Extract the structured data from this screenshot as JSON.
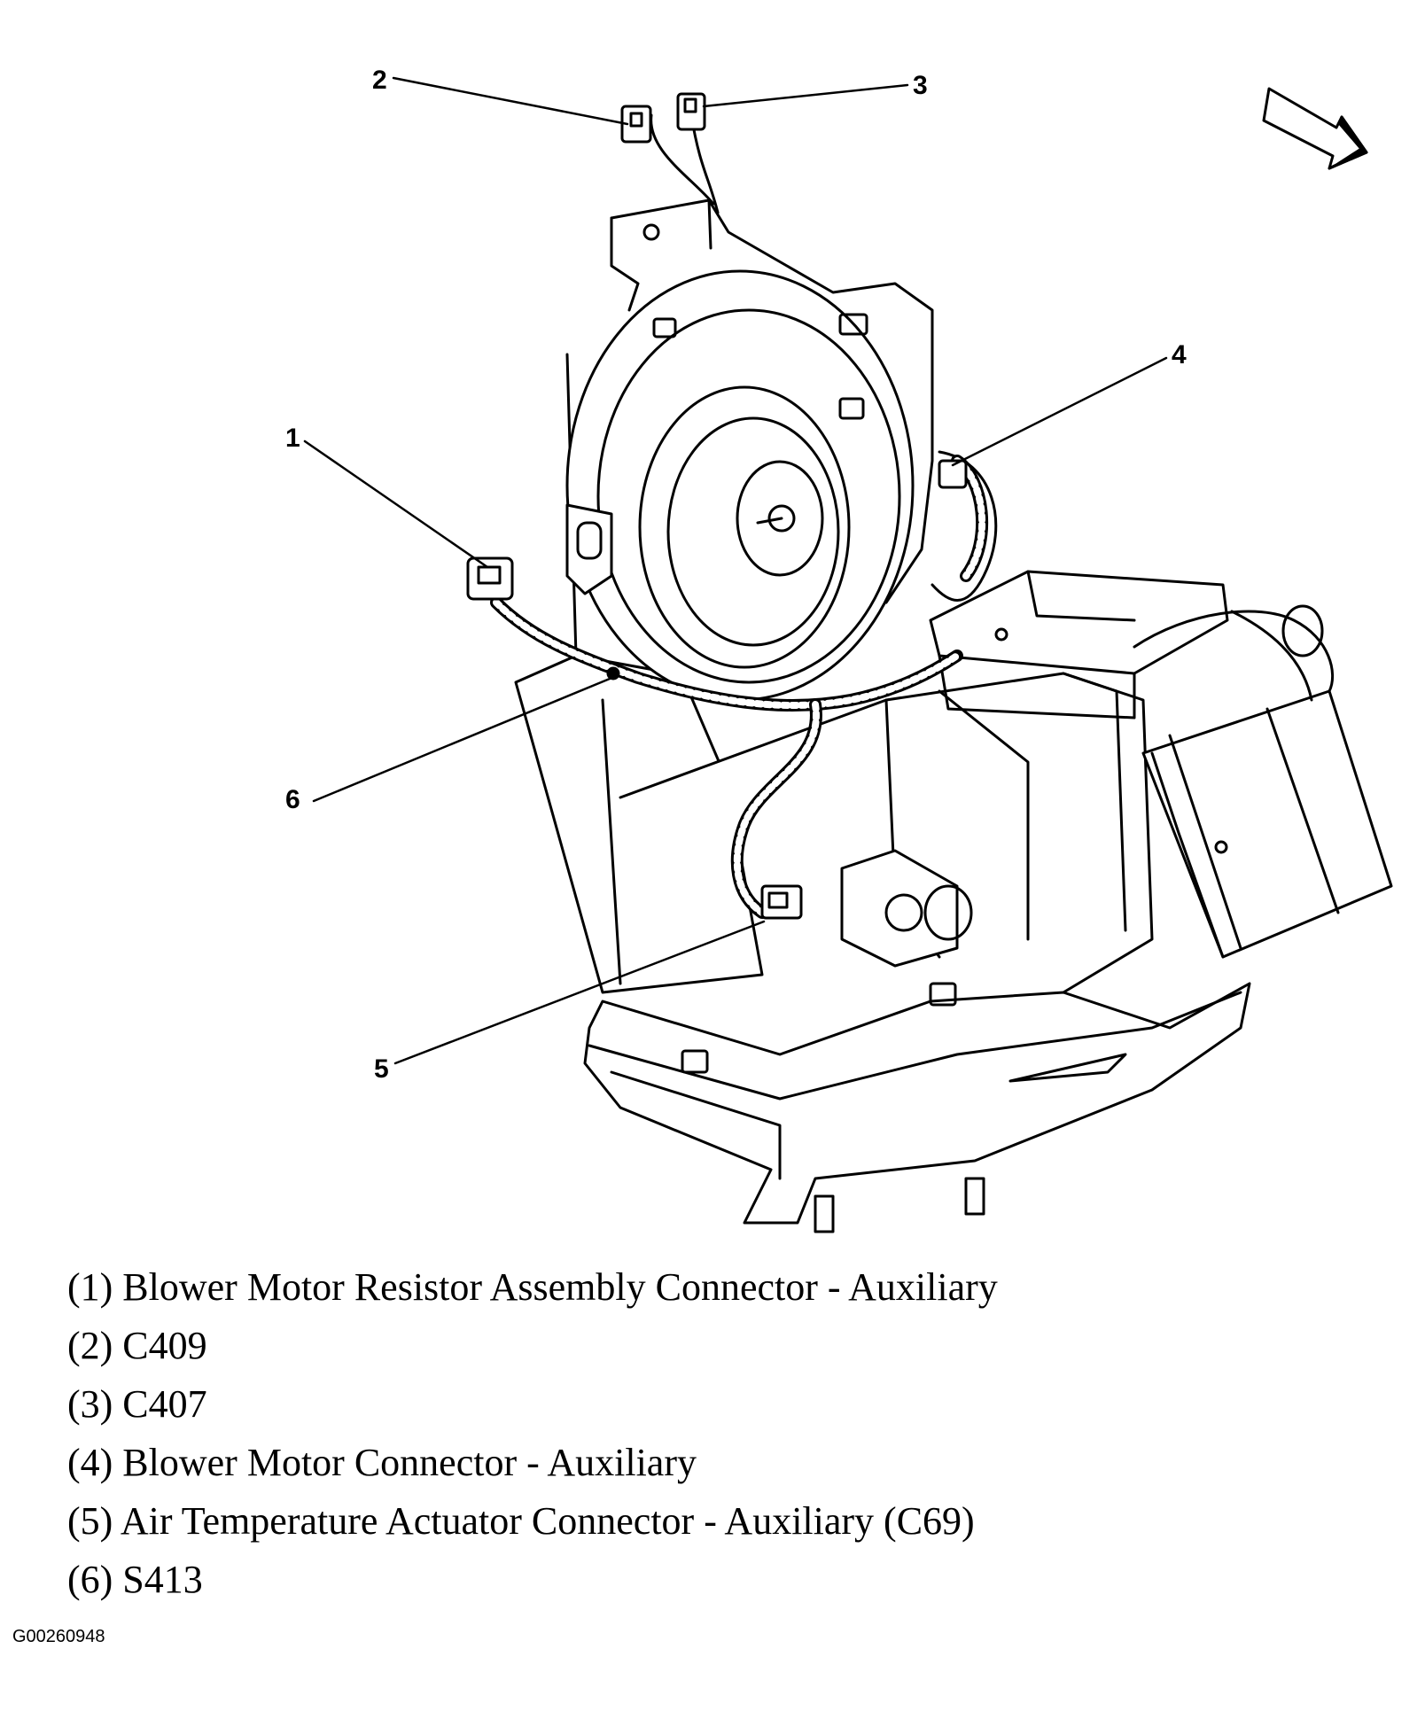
{
  "callouts": [
    "1",
    "2",
    "3",
    "4",
    "5",
    "6"
  ],
  "legend": [
    "(1) Blower Motor Resistor Assembly Connector - Auxiliary",
    "(2) C409",
    "(3) C407",
    "(4) Blower Motor Connector - Auxiliary",
    "(5) Air Temperature Actuator Connector - Auxiliary (C69)",
    "(6) S413"
  ],
  "figure_id": "G00260948",
  "colors": {
    "ink": "#000000",
    "background": "#ffffff"
  }
}
